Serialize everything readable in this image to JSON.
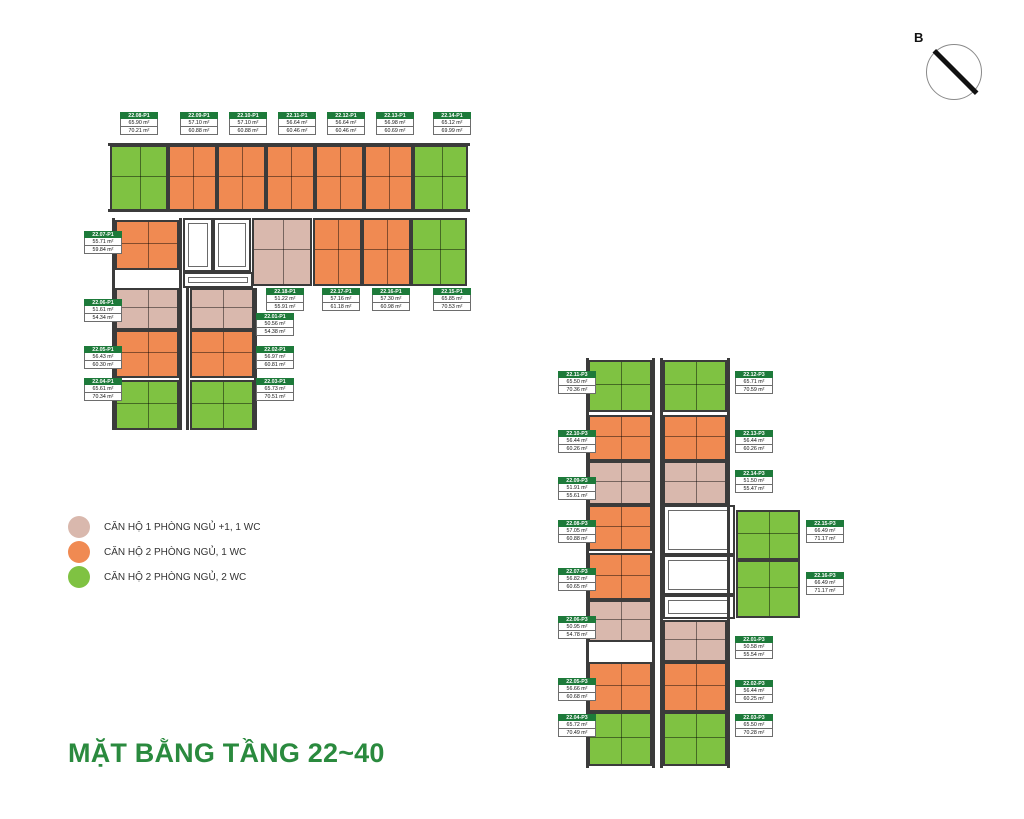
{
  "colors": {
    "pink": "#d9b8ad",
    "orange": "#f08a52",
    "green": "#7fc242",
    "title": "#2a8a3e",
    "label": "#1d7a3a"
  },
  "compass_letter": "B",
  "title": "MẶT BẰNG TẦNG 22~40",
  "legend": [
    {
      "color": "pink",
      "text": "CĂN HỘ 1 PHÒNG NGỦ +1, 1 WC"
    },
    {
      "color": "orange",
      "text": "CĂN HỘ 2 PHÒNG NGỦ, 1 WC"
    },
    {
      "color": "green",
      "text": "CĂN HỘ 2 PHÒNG NGỦ, 2 WC"
    }
  ],
  "units": [
    {
      "code": "22.08-P1",
      "area1": "65.90 m²",
      "area2": "70.21 m²",
      "type": "green"
    },
    {
      "code": "22.09-P1",
      "area1": "57.10 m²",
      "area2": "60.88 m²",
      "type": "orange"
    },
    {
      "code": "22.10-P1",
      "area1": "57.10 m²",
      "area2": "60.88 m²",
      "type": "orange"
    },
    {
      "code": "22.11-P1",
      "area1": "56.64 m²",
      "area2": "60.46 m²",
      "type": "orange"
    },
    {
      "code": "22.12-P1",
      "area1": "56.64 m²",
      "area2": "60.46 m²",
      "type": "orange"
    },
    {
      "code": "22.13-P1",
      "area1": "56.98 m²",
      "area2": "60.69 m²",
      "type": "orange"
    },
    {
      "code": "22.14-P1",
      "area1": "65.12 m²",
      "area2": "69.99 m²",
      "type": "green"
    },
    {
      "code": "22.07-P1",
      "area1": "55.71 m²",
      "area2": "59.84 m²",
      "type": "orange"
    },
    {
      "code": "22.18-P1",
      "area1": "51.22 m²",
      "area2": "55.91 m²",
      "type": "pink"
    },
    {
      "code": "22.17-P1",
      "area1": "57.16 m²",
      "area2": "61.18 m²",
      "type": "orange"
    },
    {
      "code": "22.16-P1",
      "area1": "57.30 m²",
      "area2": "60.98 m²",
      "type": "orange"
    },
    {
      "code": "22.15-P1",
      "area1": "65.85 m²",
      "area2": "70.53 m²",
      "type": "green"
    },
    {
      "code": "22.06-P1",
      "area1": "51.61 m²",
      "area2": "54.34 m²",
      "type": "pink"
    },
    {
      "code": "22.01-P1",
      "area1": "50.56 m²",
      "area2": "54.38 m²",
      "type": "pink"
    },
    {
      "code": "22.05-P1",
      "area1": "56.43 m²",
      "area2": "60.30 m²",
      "type": "orange"
    },
    {
      "code": "22.02-P1",
      "area1": "56.97 m²",
      "area2": "60.81 m²",
      "type": "orange"
    },
    {
      "code": "22.04-P1",
      "area1": "65.61 m²",
      "area2": "70.34 m²",
      "type": "green"
    },
    {
      "code": "22.03-P1",
      "area1": "65.73 m²",
      "area2": "70.51 m²",
      "type": "green"
    },
    {
      "code": "22.11-P3",
      "area1": "65.50 m²",
      "area2": "70.36 m²",
      "type": "green"
    },
    {
      "code": "22.12-P3",
      "area1": "65.71 m²",
      "area2": "70.59 m²",
      "type": "green"
    },
    {
      "code": "22.10-P3",
      "area1": "56.44 m²",
      "area2": "60.26 m²",
      "type": "orange"
    },
    {
      "code": "22.13-P3",
      "area1": "56.44 m²",
      "area2": "60.26 m²",
      "type": "orange"
    },
    {
      "code": "22.09-P3",
      "area1": "51.91 m²",
      "area2": "55.61 m²",
      "type": "pink"
    },
    {
      "code": "22.14-P3",
      "area1": "51.50 m²",
      "area2": "55.47 m²",
      "type": "pink"
    },
    {
      "code": "22.08-P3",
      "area1": "57.05 m²",
      "area2": "60.88 m²",
      "type": "orange"
    },
    {
      "code": "22.15-P3",
      "area1": "66.49 m²",
      "area2": "71.17 m²",
      "type": "green"
    },
    {
      "code": "22.07-P3",
      "area1": "56.82 m²",
      "area2": "60.65 m²",
      "type": "orange"
    },
    {
      "code": "22.16-P3",
      "area1": "66.49 m²",
      "area2": "71.17 m²",
      "type": "green"
    },
    {
      "code": "22.06-P3",
      "area1": "50.95 m²",
      "area2": "54.78 m²",
      "type": "pink"
    },
    {
      "code": "22.01-P3",
      "area1": "50.58 m²",
      "area2": "55.54 m²",
      "type": "pink"
    },
    {
      "code": "22.05-P3",
      "area1": "56.66 m²",
      "area2": "60.68 m²",
      "type": "orange"
    },
    {
      "code": "22.02-P3",
      "area1": "56.44 m²",
      "area2": "60.25 m²",
      "type": "orange"
    },
    {
      "code": "22.04-P3",
      "area1": "65.72 m²",
      "area2": "70.49 m²",
      "type": "green"
    },
    {
      "code": "22.03-P3",
      "area1": "65.50 m²",
      "area2": "70.28 m²",
      "type": "green"
    }
  ]
}
